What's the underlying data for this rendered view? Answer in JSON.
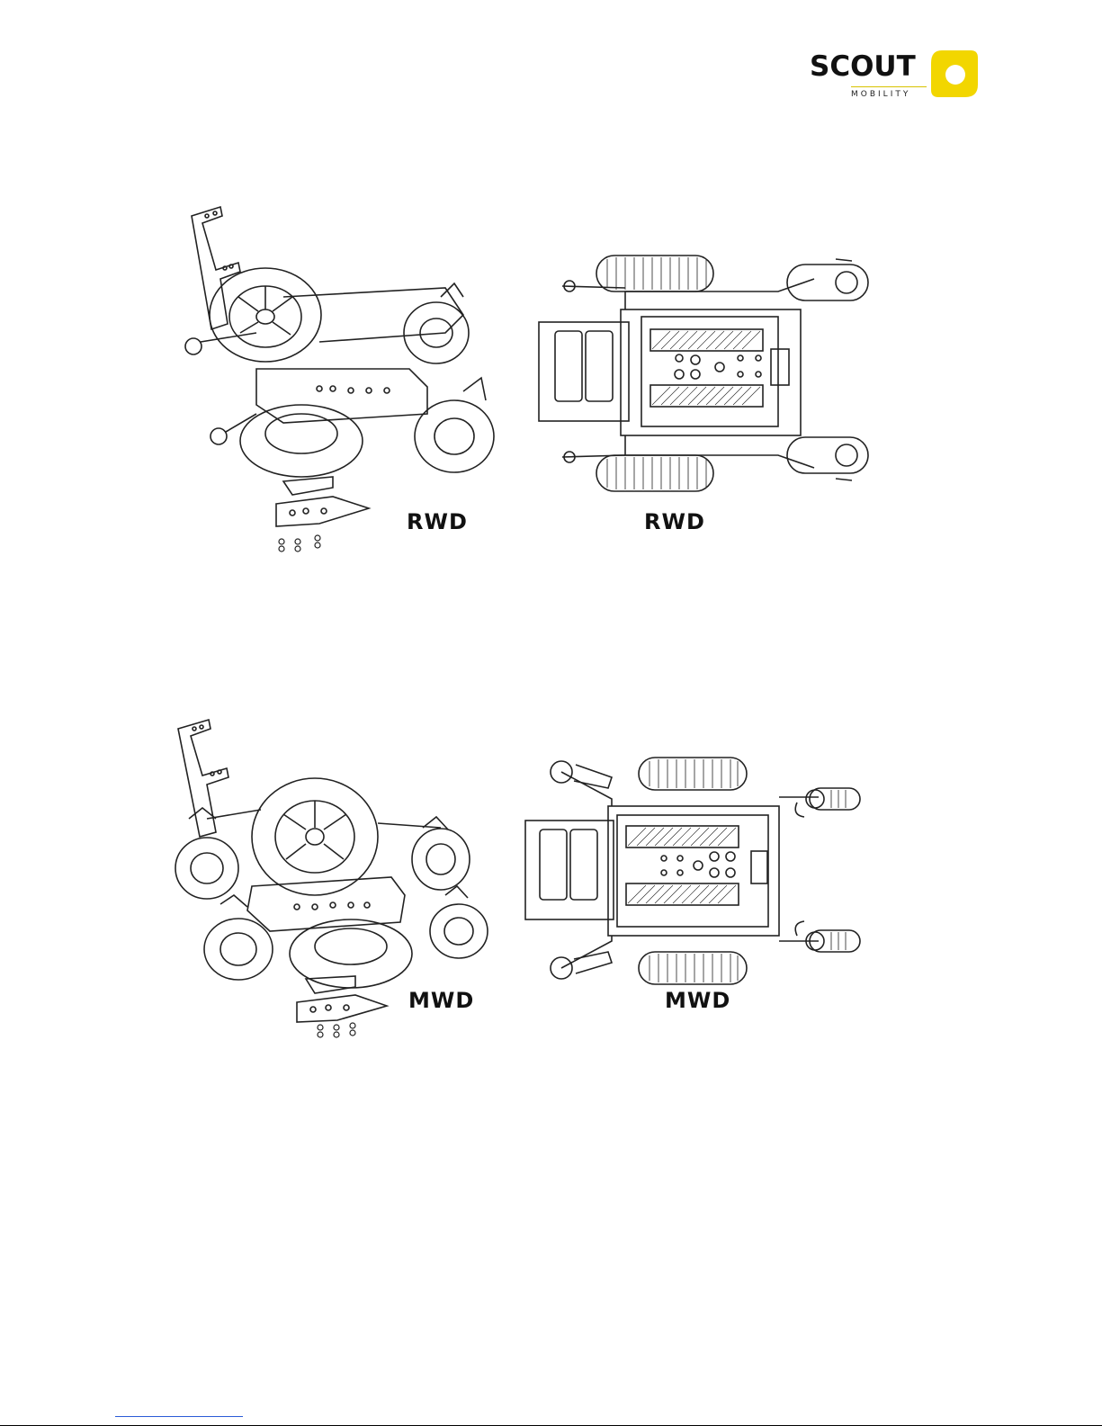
{
  "brand": {
    "name": "SCOUT",
    "tagline": "MOBILITY",
    "accent_color": "#f2d600",
    "logo_icon": "scout-mobility-logo-icon"
  },
  "figures": {
    "rwd": {
      "side_label": "RWD",
      "top_label": "RWD"
    },
    "mwd": {
      "side_label": "MWD",
      "top_label": "MWD"
    }
  }
}
